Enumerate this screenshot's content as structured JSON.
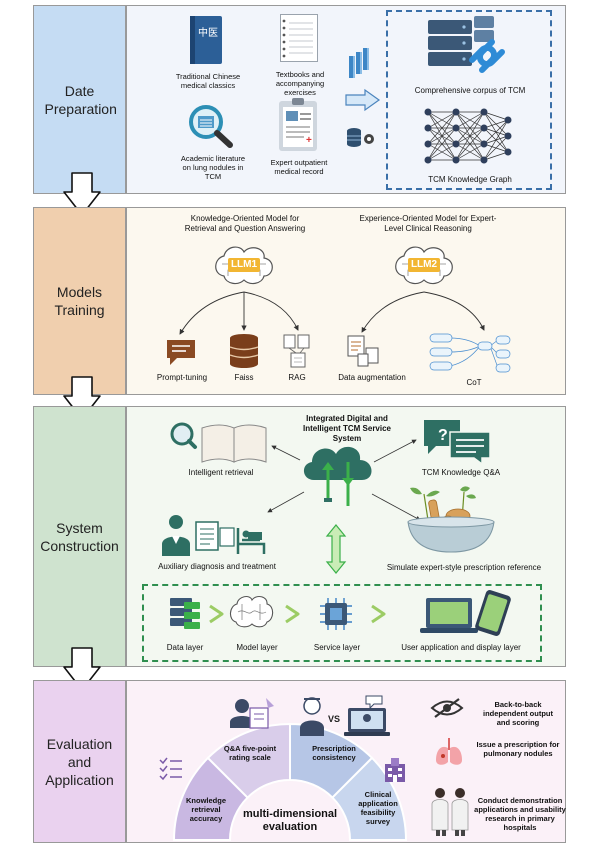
{
  "stages": {
    "prep": {
      "label": "Date Preparation"
    },
    "train": {
      "label": "Models Training"
    },
    "system": {
      "label": "System Construction"
    },
    "eval": {
      "label": "Evaluation and Application"
    }
  },
  "prep": {
    "book_glyph": "中医",
    "classics": "Traditional Chinese medical classics",
    "textbooks": "Textbooks and accompanying exercises",
    "literature": "Academic literature on lung nodules in TCM",
    "record": "Expert outpatient medical record",
    "corpus": "Comprehensive corpus of TCM",
    "kg": "TCM Knowledge Graph"
  },
  "train": {
    "llm1_title": "Knowledge-Oriented Model for Retrieval and Question Answering",
    "llm2_title": "Experience-Oriented Model for Expert-Level Clinical Reasoning",
    "llm1": "LLM1",
    "llm2": "LLM2",
    "prompt": "Prompt-tuning",
    "faiss": "Faiss",
    "rag": "RAG",
    "aug": "Data augmentation",
    "cot": "CoT"
  },
  "system": {
    "title": "Integrated Digital and Intelligent TCM Service System",
    "retrieval": "Intelligent retrieval",
    "qa": "TCM Knowledge Q&A",
    "diag": "Auxiliary diagnosis and treatment",
    "presc": "Simulate expert-style prescription reference",
    "layers": [
      "Data layer",
      "Model layer",
      "Service layer",
      "User application and display layer"
    ]
  },
  "eval": {
    "center": "multi-dimensional evaluation",
    "vs": "VS",
    "segments": [
      "Knowledge retrieval accuracy",
      "Q&A five-point rating scale",
      "Prescription consistency",
      "Clinical application feasibility survey"
    ],
    "apps": [
      "Back-to-back independent output and scoring",
      "Issue a prescription for pulmonary nodules",
      "Conduct demonstration applications and usability research in primary hospitals"
    ]
  },
  "colors": {
    "prep_label": "#c5dcf3",
    "prep_panel": "#f2f5fb",
    "train_label": "#f0cfae",
    "train_panel": "#fcf8ef",
    "system_label": "#cfe3cf",
    "system_panel": "#f3f8f1",
    "eval_label": "#ead2ef",
    "eval_panel": "#fbf1f8",
    "accent_blue": "#3a6fa8",
    "accent_green": "#2f8f4f"
  }
}
